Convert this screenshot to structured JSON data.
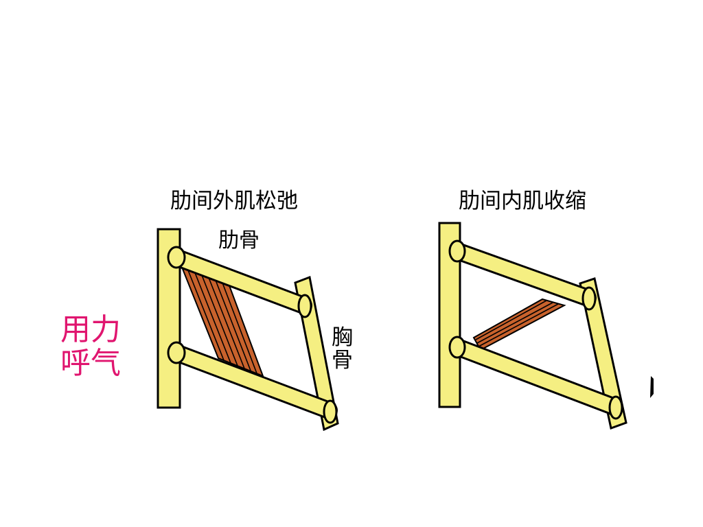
{
  "left_panel": {
    "title": "肋间外肌松弛",
    "rib_label": "肋骨",
    "sternum_label": "胸骨"
  },
  "right_panel": {
    "title": "肋间内肌收缩"
  },
  "side_label": {
    "text": "用力呼气",
    "color": "#e0156f"
  },
  "colors": {
    "bone": "#f5ef82",
    "outline": "#000000",
    "muscle": "#c8622c"
  }
}
